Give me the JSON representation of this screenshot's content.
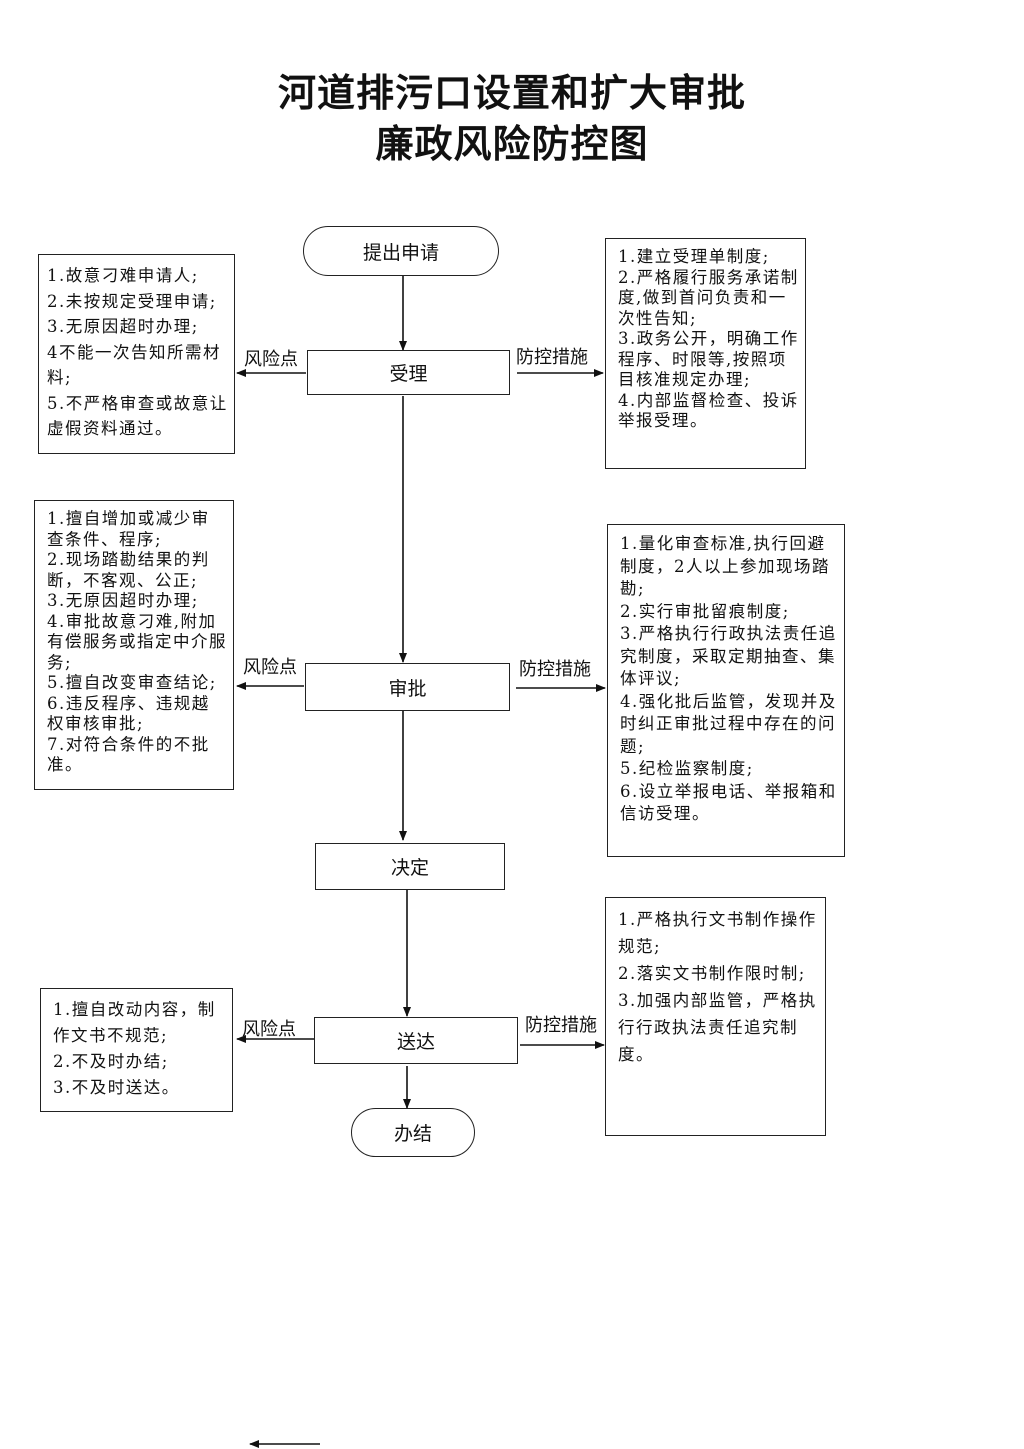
{
  "title_line1": "河道排污口设置和扩大审批",
  "title_line2": "廉政风险防控图",
  "nodes": {
    "apply": "提出申请",
    "accept": "受理",
    "approve": "审批",
    "decide": "决定",
    "deliver": "送达",
    "finish": "办结"
  },
  "labels": {
    "risk": "风险点",
    "control": "防控措施"
  },
  "risks": {
    "accept": "1.故意刁难申请人;\n2.未按规定受理申请;\n3.无原因超时办理;\n4不能一次告知所需材料;\n5.不严格审查或故意让虚假资料通过。",
    "approve": "1.擅自增加或减少审查条件、程序;\n2.现场踏勘结果的判断，不客观、公正;\n3.无原因超时办理;\n4.审批故意刁难,附加有偿服务或指定中介服务;\n5.擅自改变审查结论;\n6.违反程序、违规越权审核审批;\n7.对符合条件的不批准。",
    "deliver": "1.擅自改动内容，制作文书不规范;\n2.不及时办结;\n3.不及时送达。"
  },
  "controls": {
    "accept": "1.建立受理单制度;\n2.严格履行服务承诺制度,做到首问负责和一次性告知;\n3.政务公开，明确工作程序、时限等,按照项目核准规定办理;\n4.内部监督检查、投诉举报受理。",
    "approve": "1.量化审查标准,执行回避制度，2人以上参加现场踏勘;\n2.实行审批留痕制度;\n3.严格执行行政执法责任追究制度，采取定期抽查、集体评议;\n4.强化批后监管，发现并及时纠正审批过程中存在的问题;\n5.纪检监察制度;\n6.设立举报电话、举报箱和信访受理。",
    "deliver": "1.严格执行文书制作操作规范;\n2.落实文书制作限时制;\n3.加强内部监管，严格执行行政执法责任追究制度。"
  }
}
